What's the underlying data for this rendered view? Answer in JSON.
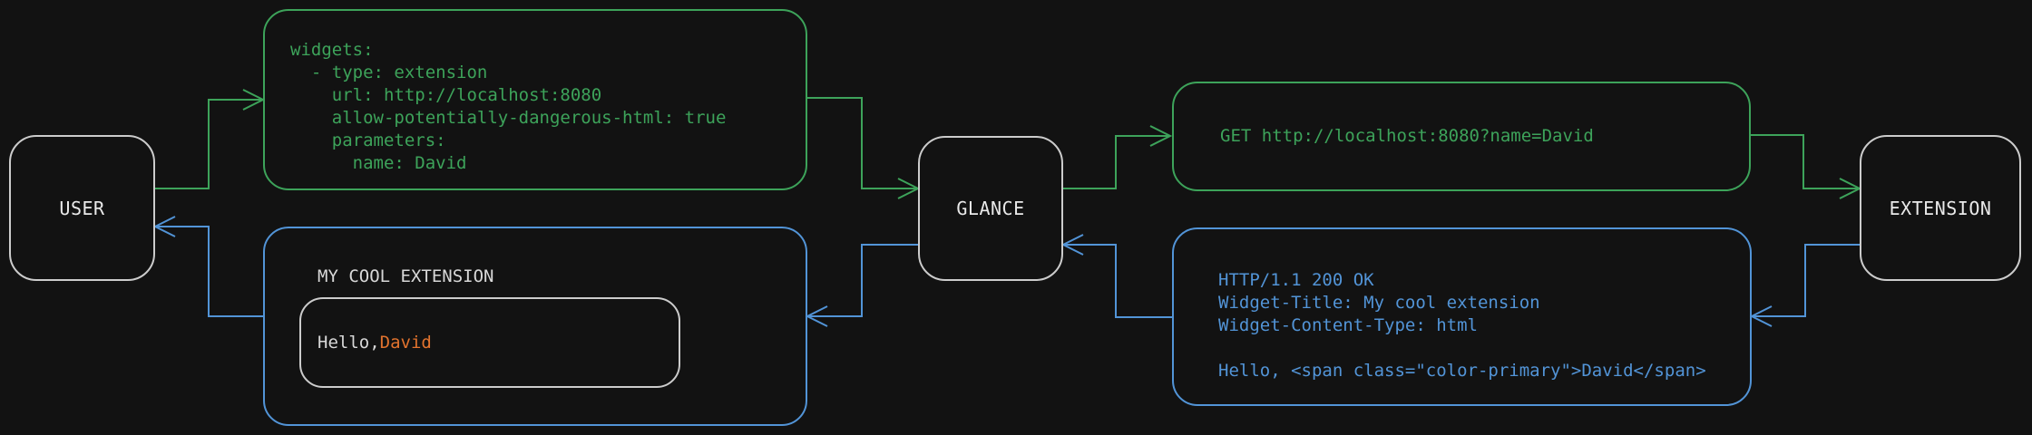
{
  "colors": {
    "green": "#3da35a",
    "blue": "#5294d7",
    "orange": "#e2732e",
    "border_gray": "#cccccc",
    "text_light": "#e9e9e9",
    "text_dim": "#d8d8d8",
    "background": "#121212"
  },
  "nodes": {
    "user": {
      "label": "USER"
    },
    "glance": {
      "label": "GLANCE"
    },
    "extension": {
      "label": "EXTENSION"
    }
  },
  "config_box": {
    "code": "widgets:\n  - type: extension\n    url: http://localhost:8080\n    allow-potentially-dangerous-html: true\n    parameters:\n      name: David"
  },
  "request_box": {
    "code": "GET http://localhost:8080?name=David"
  },
  "response_box": {
    "code": "HTTP/1.1 200 OK\nWidget-Title: My cool extension\nWidget-Content-Type: html\n\nHello, <span class=\"color-primary\">David</span>"
  },
  "widget_preview": {
    "title": "MY COOL EXTENSION",
    "greeting_prefix": "Hello, ",
    "greeting_name": "David"
  },
  "connectors": [
    {
      "from": "user",
      "to": "config_box",
      "color": "green"
    },
    {
      "from": "config_box",
      "to": "glance",
      "color": "green"
    },
    {
      "from": "glance",
      "to": "request_box",
      "color": "green"
    },
    {
      "from": "request_box",
      "to": "extension",
      "color": "green"
    },
    {
      "from": "extension",
      "to": "response_box",
      "color": "blue"
    },
    {
      "from": "response_box",
      "to": "glance",
      "color": "blue"
    },
    {
      "from": "glance",
      "to": "widget_preview",
      "color": "blue"
    },
    {
      "from": "widget_preview",
      "to": "user",
      "color": "blue"
    }
  ]
}
